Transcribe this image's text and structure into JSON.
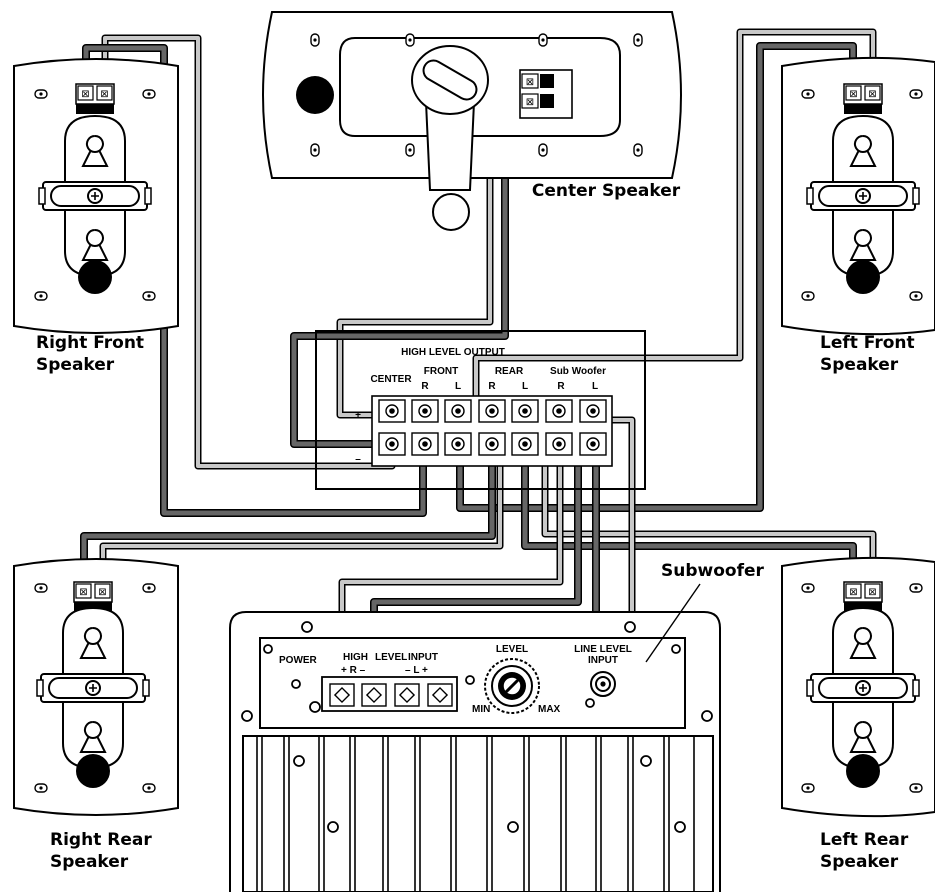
{
  "speakers": {
    "right_front": {
      "line1": "Right Front",
      "line2": "Speaker"
    },
    "left_front": {
      "line1": "Left Front",
      "line2": "Speaker"
    },
    "right_rear": {
      "line1": "Right Rear",
      "line2": "Speaker"
    },
    "left_rear": {
      "line1": "Left Rear",
      "line2": "Speaker"
    },
    "center": "Center Speaker",
    "subwoofer": "Subwoofer"
  },
  "amp_panel": {
    "title": "HIGH LEVEL OUTPUT",
    "center": "CENTER",
    "front": "FRONT",
    "rear": "REAR",
    "sub_woofer": "Sub Woofer",
    "r": "R",
    "l": "L",
    "plus": "+",
    "minus": "–"
  },
  "sub_panel": {
    "power": "POWER",
    "high": "HIGH",
    "level": "LEVEL",
    "input": "INPUT",
    "polarity_r": "+  R  –",
    "polarity_l": "–  L  +",
    "level_knob": "LEVEL",
    "min": "MIN",
    "max": "MAX",
    "line_level_1": "LINE LEVEL",
    "line_level_2": "INPUT"
  },
  "colors": {
    "wire_dark": "#666666",
    "wire_light": "#c8c8c8",
    "line": "#000000",
    "fill": "#ffffff"
  }
}
